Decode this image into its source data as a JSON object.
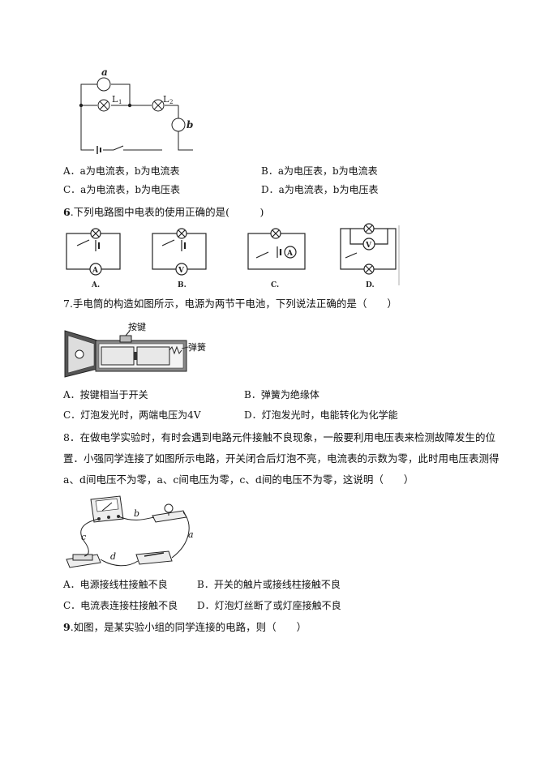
{
  "q5": {
    "figure": {
      "a": "a",
      "b": "b",
      "L1": "L",
      "L1sub": "1",
      "L2": "L",
      "L2sub": "2"
    },
    "options": {
      "A": "A．a为电流表，b为电流表",
      "B": "B．a为电压表，b为电流表",
      "C": "C．a为电流表，b为电压表",
      "D": "D．a为电流表，b为电压表"
    }
  },
  "q6": {
    "number": "6",
    "text": ".下列电路图中电表的使用正确的是(　　　)",
    "figures": {
      "A": {
        "label": "A.",
        "meter": "A"
      },
      "B": {
        "label": "B.",
        "meter": "V"
      },
      "C": {
        "label": "C.",
        "meter": "A"
      },
      "D": {
        "label": "D.",
        "meter": "V"
      }
    }
  },
  "q7": {
    "text": "7.手电筒的构造如图所示，电源为两节干电池，下列说法正确的是（　　）",
    "figure": {
      "button": "按键",
      "spring": "弹簧"
    },
    "options": {
      "A": "A．按键相当于开关",
      "B": "B．弹簧为绝缘体",
      "C": "C．灯泡发光时，两端电压为4V",
      "D": "D．灯泡发光时，电能转化为化学能"
    }
  },
  "q8": {
    "line1": "8．在做电学实验时，有时会遇到电路元件接触不良现象，一般要利用电压表来检测故障发生的位",
    "line2": "置．小强同学连接了如图所示电路，开关闭合后灯泡不亮，电流表的示数为零，此时用电压表测得",
    "line3": "a、d间电压不为零，a、c间电压为零，c、d间的电压不为零，这说明（　　）",
    "figure": {
      "a": "a",
      "b": "b",
      "c": "c",
      "d": "d"
    },
    "options": {
      "A": "A．电源接线柱接触不良",
      "B": "B．开关的触片或接线柱接触不良",
      "C": "C．电流表连接柱接触不良",
      "D": "D．灯泡灯丝断了或灯座接触不良"
    }
  },
  "q9": {
    "number": "9",
    "text": ".如图，是某实验小组的同学连接的电路，则（　　）"
  }
}
